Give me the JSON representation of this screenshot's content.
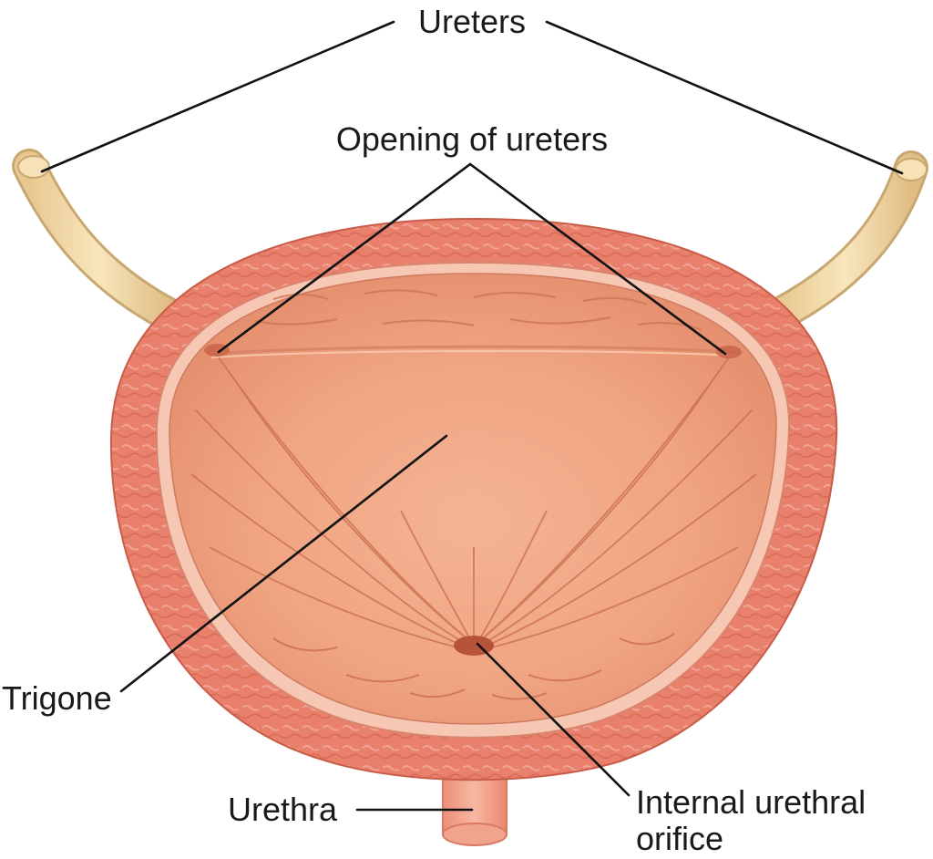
{
  "labels": {
    "ureters": "Ureters",
    "opening_of_ureters": "Opening of ureters",
    "trigone": "Trigone",
    "urethra": "Urethra",
    "internal_urethral_line1": "Internal urethral",
    "internal_urethral_line2": "orifice"
  },
  "colors": {
    "wall_outer": "#e8806c",
    "wall_texture": "#f0a090",
    "inner_lining": "#f6c8b4",
    "cavity": "#f2a884",
    "cavity_deep": "#e99874",
    "fold": "#c86a52",
    "ureter_tube": "#f3dcaa",
    "ureter_edge": "#c8a870",
    "urethra_tube": "#f4a690",
    "leader_line": "#111111"
  }
}
